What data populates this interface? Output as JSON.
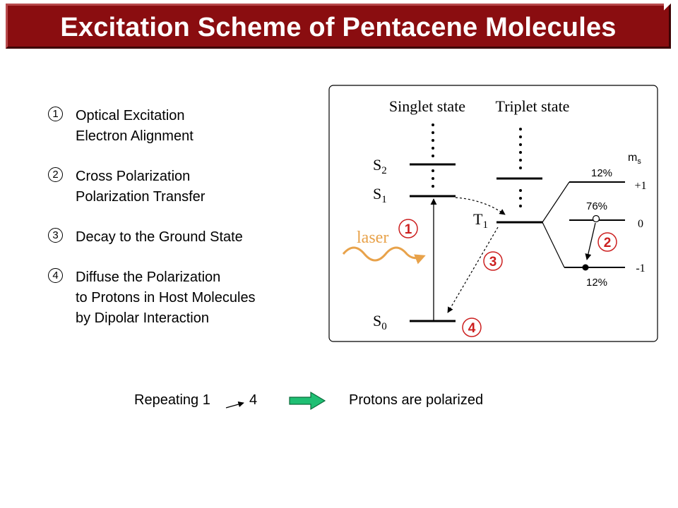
{
  "title": "Excitation Scheme of Pentacene Molecules",
  "steps": [
    {
      "num": "1",
      "lines": [
        "Optical Excitation",
        "Electron Alignment"
      ]
    },
    {
      "num": "2",
      "lines": [
        "Cross Polarization",
        "Polarization Transfer"
      ]
    },
    {
      "num": "3",
      "lines": [
        "Decay to the Ground State"
      ]
    },
    {
      "num": "4",
      "lines": [
        "Diffuse the Polarization",
        "to Protons in Host Molecules",
        "by Dipolar Interaction"
      ]
    }
  ],
  "diagram": {
    "singlet_header": "Singlet state",
    "triplet_header": "Triplet state",
    "levels": {
      "s2": "S",
      "s2_sub": "2",
      "s1": "S",
      "s1_sub": "1",
      "s0": "S",
      "s0_sub": "0",
      "t1": "T",
      "t1_sub": "1"
    },
    "laser_label": "laser",
    "ms_label": "m",
    "ms_sub": "s",
    "sublevels": [
      {
        "ms": "+1",
        "population": "12%"
      },
      {
        "ms": "0",
        "population": "76%"
      },
      {
        "ms": "-1",
        "population": "12%"
      }
    ],
    "step_markers": [
      "1",
      "2",
      "3",
      "4"
    ],
    "marker_color": "#cc1f1f"
  },
  "bottom": {
    "repeating_prefix": "Repeating 1",
    "repeating_suffix": "4",
    "result": "Protons are polarized",
    "arrow_color": "#1fbf73"
  },
  "colors": {
    "title_bg": "#8a0d10",
    "title_text": "#ffffff",
    "laser": "#e8a24a"
  }
}
